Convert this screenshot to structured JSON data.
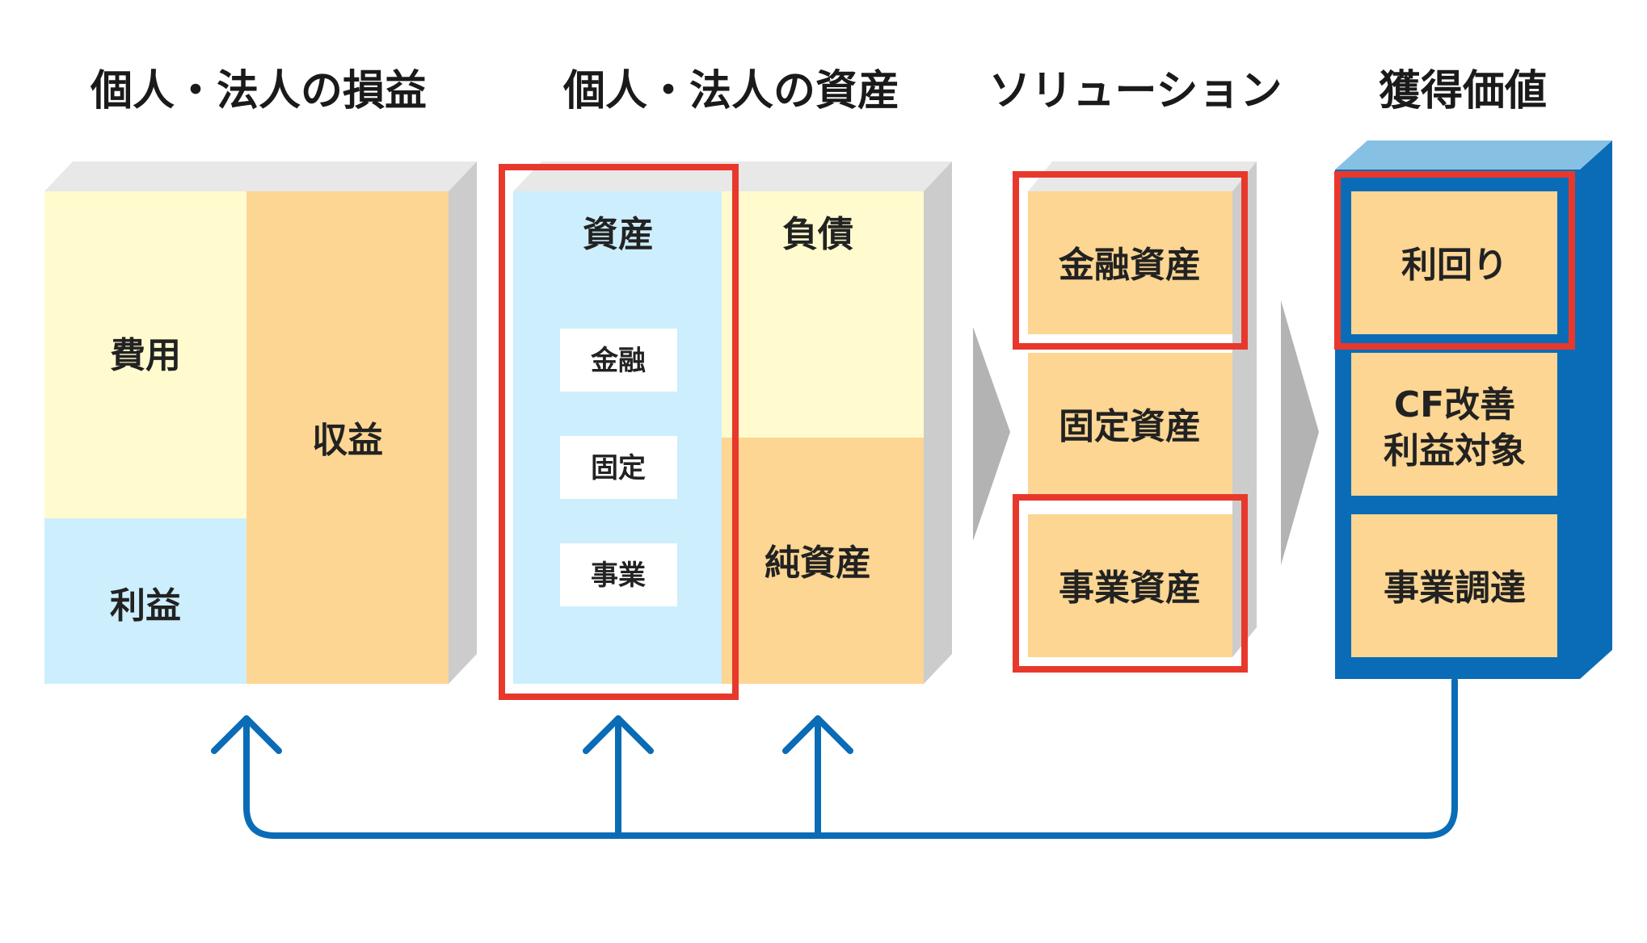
{
  "titles": {
    "pl": "個人・法人の損益",
    "bs": "個人・法人の資産",
    "solution": "ソリューション",
    "value": "獲得価値"
  },
  "pl": {
    "expense": "費用",
    "profit": "利益",
    "revenue": "収益"
  },
  "bs": {
    "assets": "資産",
    "asset_items": [
      "金融",
      "固定",
      "事業"
    ],
    "liabilities": "負債",
    "net_assets": "純資産"
  },
  "solution": {
    "items": [
      "金融資産",
      "固定資産",
      "事業資産"
    ],
    "highlighted": [
      "金融資産",
      "事業資産"
    ]
  },
  "value": {
    "items": [
      "利回り",
      "CF改善",
      "利益対象",
      "事業調達"
    ],
    "highlighted": [
      "利回り"
    ]
  },
  "colors": {
    "cream": "#FFFBCF",
    "orange": "#FCD692",
    "light_blue": "#CDEEFC",
    "gray_side": "#CCCCCC",
    "gray_top": "#E8E8E8",
    "red": "#E8382C",
    "blue": "#0A6CB6",
    "blue_light": "#86C1E4",
    "arrow_gray": "#B3B3B3"
  }
}
